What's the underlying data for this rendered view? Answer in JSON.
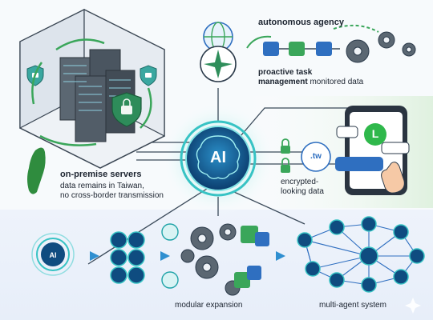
{
  "center": {
    "label": "AI"
  },
  "left_top": {
    "title": "on-premise servers",
    "line1": "data remains in Taiwan,",
    "line2": "no cross-border transmission"
  },
  "top_right": {
    "title": "autonomous agency",
    "sub_bold_1": "proactive task",
    "sub_bold_2": "management",
    "sub_normal": "monitored data"
  },
  "right": {
    "domain_badge": ".tw",
    "enc_line1": "encrypted-",
    "enc_line2": "looking data",
    "chat_app_letter": "L"
  },
  "bottom": {
    "modular_label": "modular expansion",
    "multi_label": "multi-agent system",
    "node_label": "AI"
  },
  "colors": {
    "accent_teal": "#1fa3a8",
    "accent_blue": "#2f6fc0",
    "accent_green": "#3aa65a",
    "server_dark": "#4a5560"
  }
}
